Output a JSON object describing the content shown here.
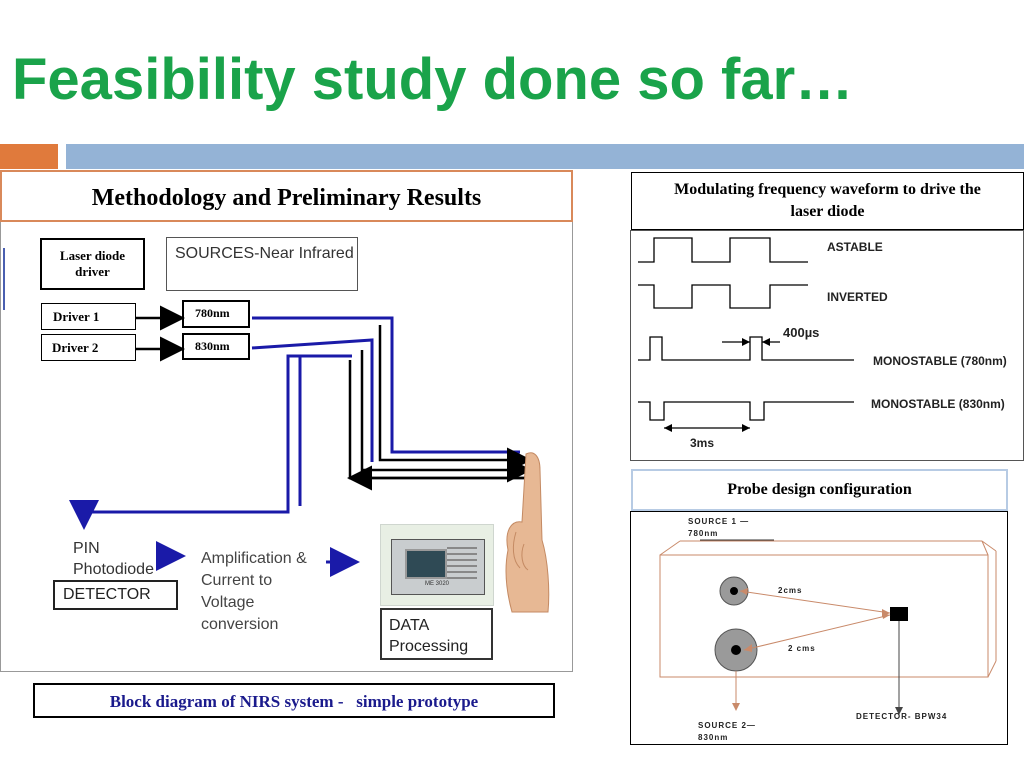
{
  "slide": {
    "title": "Feasibility study done so far…"
  },
  "left_panel": {
    "heading": "Methodology and Preliminary Results",
    "laser_driver": "Laser diode driver",
    "sources": "SOURCES-Near Infrared",
    "driver1": "Driver 1",
    "driver2": "Driver 2",
    "wl1": "780nm",
    "wl2": "830nm",
    "pin_photodiode": "PIN Photodiode",
    "detector": "DETECTOR",
    "amplification": "Amplification & Current to Voltage conversion",
    "data_processing": "DATA Processing",
    "instrument_label": "ME 3020",
    "caption": "Block diagram of NIRS system -   simple prototype"
  },
  "right_top": {
    "heading": "Modulating frequency waveform to drive the laser diode",
    "astable": "ASTABLE",
    "inverted": "INVERTED",
    "pulse_width": "400µs",
    "mono780": "MONOSTABLE (780nm)",
    "mono830": "MONOSTABLE (830nm)",
    "period": "3ms"
  },
  "right_bottom": {
    "heading": "Probe design configuration",
    "source1": "SOURCE 1 — 780nm",
    "source2": "SOURCE 2— 830nm",
    "dist1": "2cms",
    "dist2": "2 cms",
    "detector": "DETECTOR- BPW34"
  },
  "colors": {
    "title_green": "#1aa34a",
    "accent_orange": "#e07a3c",
    "accent_blue": "#94b3d6",
    "wire_blue": "#1a1aa8",
    "caption_blue": "#1a1a8c"
  }
}
